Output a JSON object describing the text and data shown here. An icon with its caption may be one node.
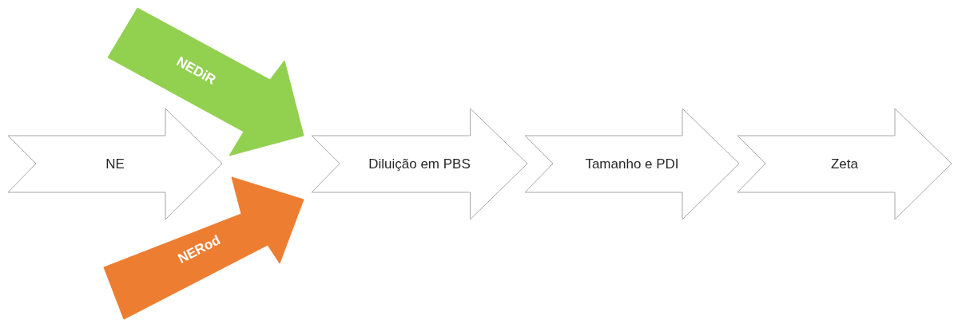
{
  "diagram": {
    "nodes": [
      {
        "text": [
          "NEDiR"
        ]
      },
      {
        "text": [
          "NE"
        ]
      },
      {
        "text": [
          "NERod"
        ]
      },
      {
        "text": [
          "Diluição em PBS"
        ]
      },
      {
        "text": [
          "Tamanho e PDI"
        ]
      },
      {
        "text": [
          "Zeta"
        ]
      }
    ]
  }
}
